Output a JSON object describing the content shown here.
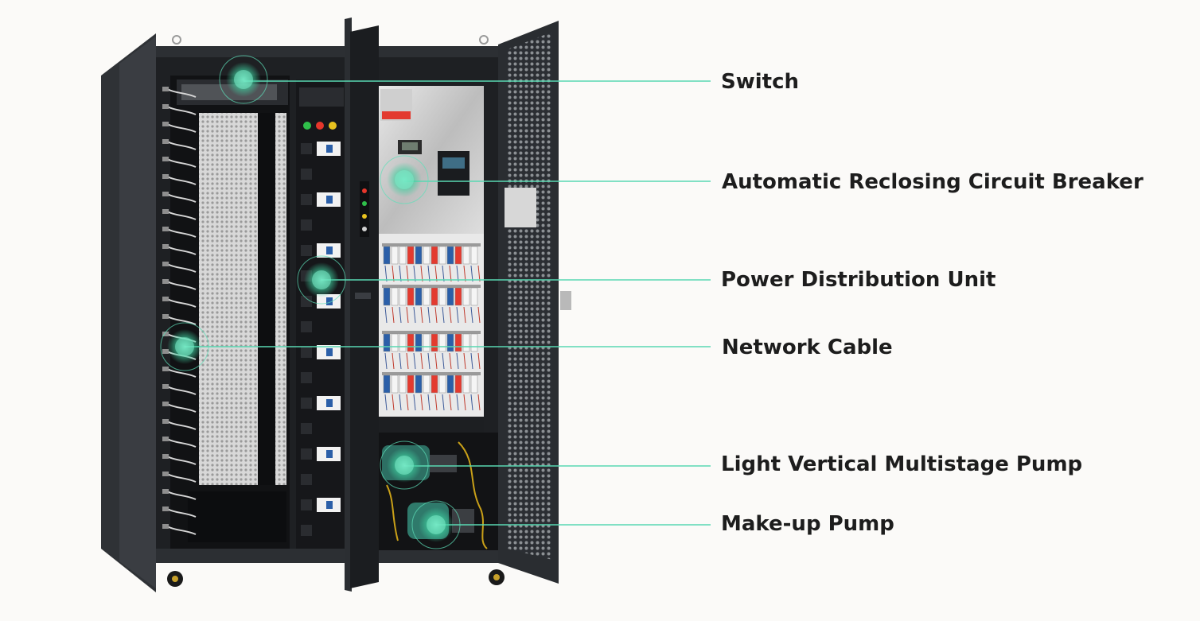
{
  "callouts": [
    {
      "label": "Switch"
    },
    {
      "label": "Automatic Reclosing Circuit Breaker"
    },
    {
      "label": "Power Distribution Unit"
    },
    {
      "label": "Network Cable"
    },
    {
      "label": "Light Vertical Multistage Pump"
    },
    {
      "label": "Make-up Pump"
    }
  ],
  "colors": {
    "background": "#fbfaf8",
    "cabinet": "#2a2d31",
    "cabinet_dark": "#17191c",
    "accent": "#4fd6ae",
    "label": "#1d1d1d"
  }
}
